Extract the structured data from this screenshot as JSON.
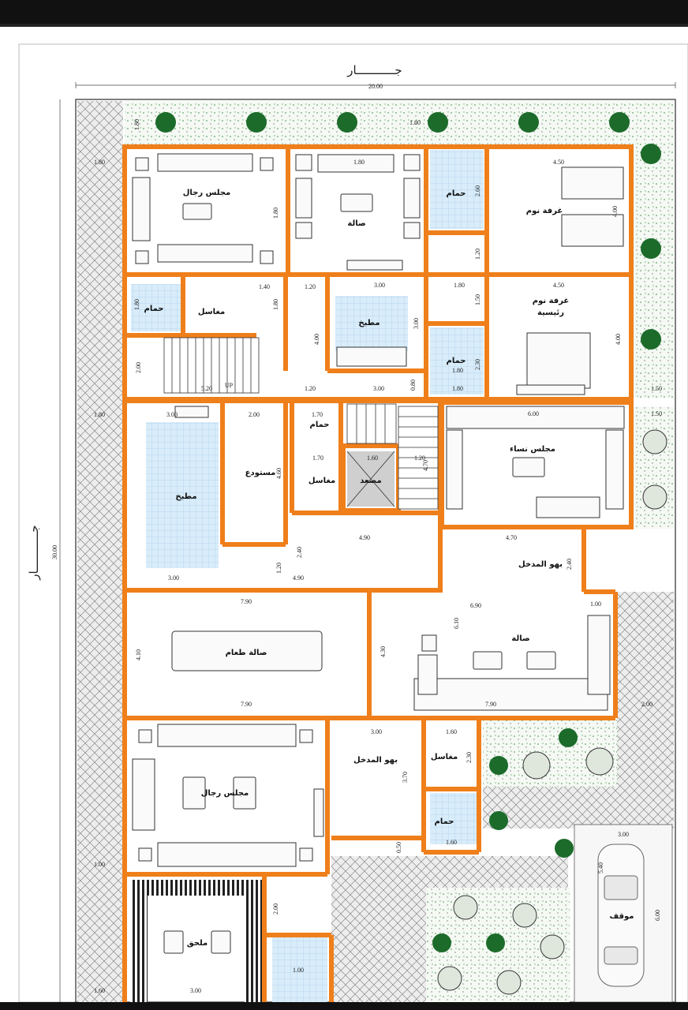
{
  "neighbors": {
    "top": "جـــــــــــار",
    "left": "جـــــــــــار"
  },
  "rooms": {
    "men_majlis_top": "مجلس رجال",
    "hall_top": "صالة",
    "bath_top": "حمام",
    "bedroom": "غرفة نوم",
    "master_bedroom_1": "غرفة نوم",
    "master_bedroom_2": "رئيسية",
    "bath_small": "حمام",
    "wash_top": "مغاسل",
    "kitchen_small": "مطبخ",
    "bath_mid": "حمام",
    "kitchen_big": "مطبخ",
    "storage": "مستودع",
    "bath_stair": "حمام",
    "wash_stair": "مغاسل",
    "elevator": "مصعد",
    "women_majlis": "مجلس نساء",
    "entrance_lobby": "بهو المدخل",
    "dining": "صالة طعام",
    "hall_main": "صالة",
    "men_majlis_bottom": "مجلس رجال",
    "entrance_lobby_bottom": "بهو المدخل",
    "wash_bottom": "مغاسل",
    "bath_bottom": "حمام",
    "annex": "ملحق",
    "parking": "موقف"
  },
  "stairs": {
    "up": "UP"
  },
  "dims": {
    "d_total_w": "20.00",
    "d_total_h": "30.00",
    "d1": "1.80",
    "d2": "1.80",
    "d3": "1.80",
    "d4": "1.80",
    "d5": "4.50",
    "d6": "1.80",
    "d7": "2.60",
    "d8": "4.00",
    "d9": "1.20",
    "d10": "1.40",
    "d11": "1.20",
    "d12": "3.00",
    "d13": "4.50",
    "d14": "1.80",
    "d15": "1.50",
    "d16": "1.80",
    "d17": "1.80",
    "d18": "4.00",
    "d19": "3.00",
    "d20": "2.30",
    "d21": "4.00",
    "d22": "2.00",
    "d23": "5.20",
    "d24": "1.20",
    "d25": "3.00",
    "d26": "0.80",
    "d27": "1.50",
    "d28": "3.00",
    "d29": "2.00",
    "d30": "1.70",
    "d31": "1.70",
    "d32": "1.20",
    "d33": "1.60",
    "d34": "4.70",
    "d35": "6.00",
    "d36": "4.60",
    "d37": "1.50",
    "d38": "4.90",
    "d39": "4.70",
    "d40": "3.00",
    "d41": "2.40",
    "d42": "1.20",
    "d43": "4.90",
    "d44": "6.90",
    "d45": "6.10",
    "d46": "7.90",
    "d47": "4.10",
    "d48": "4.30",
    "d49": "7.90",
    "d50": "7.90",
    "d51": "2.00",
    "d52": "3.00",
    "d53": "1.60",
    "d54": "3.70",
    "d55": "2.30",
    "d56": "1.60",
    "d57": "0.50",
    "d58": "1.00",
    "d59": "3.00",
    "d60": "5.40",
    "d61": "6.00",
    "d62": "2.00",
    "d63": "1.60",
    "d64": "1.00",
    "d65": "1.00",
    "d66": "3.00",
    "d67": "1.80",
    "d68": "1.80",
    "d69": "2.40",
    "d70": "1.80"
  },
  "colors": {
    "wall": "#ef7f1a",
    "floor_tile": "#d7ecfb",
    "garden": "#f3f8f2",
    "plant": "#1c6b2b",
    "paving": "#e9e9e9",
    "grid": "#9a9a9a"
  }
}
